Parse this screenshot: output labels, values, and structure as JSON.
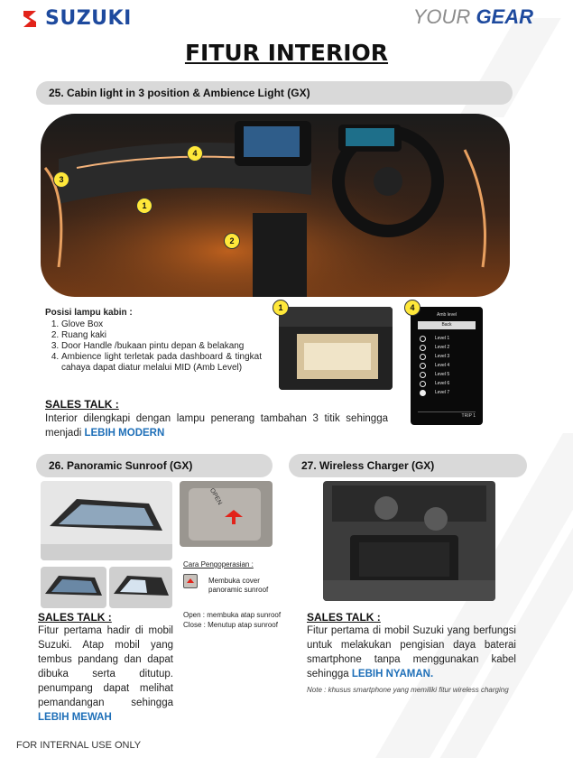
{
  "header": {
    "brand": "SUZUKI",
    "tagline_prefix": "YOUR ",
    "tagline_suffix": "GEAR"
  },
  "page_title": "FITUR INTERIOR",
  "section25": {
    "title": "25. Cabin light in 3 position & Ambience Light (GX)",
    "markers": [
      "1",
      "2",
      "3",
      "4"
    ],
    "list_title": "Posisi lampu kabin :",
    "items": [
      "Glove Box",
      "Ruang kaki",
      "Door Handle /bukaan pintu depan & belakang",
      "Ambience light terletak pada dashboard & tingkat cahaya dapat diatur melalui MID (Amb Level)"
    ],
    "inset1_marker": "1",
    "inset4_marker": "4",
    "mid_screen": {
      "title": "Amb level",
      "back": "Back",
      "levels": [
        "Level 1",
        "Level 2",
        "Level 3",
        "Level 4",
        "Level 5",
        "Level 6",
        "Level 7"
      ],
      "footer": "TRIP 1"
    },
    "sales_title": "SALES TALK :",
    "sales_text": "Interior dilengkapi dengan lampu penerang tambahan 3 titik sehingga menjadi ",
    "sales_highlight": "LEBIH MODERN"
  },
  "section26": {
    "title": "26. Panoramic Sunroof (GX)",
    "switch_label": "OPEN",
    "cara_title": "Cara Pengoperasian :",
    "cara_desc": "Membuka cover panoramic sunroof",
    "open_text": "Open : membuka atap sunroof",
    "close_text": "Close : Menutup atap sunroof",
    "sales_title": "SALES TALK :",
    "sales_text": "Fitur pertama hadir di mobil Suzuki. Atap mobil yang tembus pandang dan dapat dibuka serta ditutup. penumpang dapat melihat pemandangan sehingga ",
    "sales_highlight": "LEBIH MEWAH"
  },
  "section27": {
    "title": "27. Wireless Charger (GX)",
    "sales_title": "SALES TALK :",
    "sales_text": "Fitur pertama di mobil Suzuki yang berfungsi untuk melakukan pengisian daya baterai smartphone tanpa menggunakan kabel sehingga ",
    "sales_highlight": "LEBIH NYAMAN.",
    "note": "Note : khusus smartphone yang memiliki fitur wireless charging"
  },
  "footer": "FOR INTERNAL USE ONLY",
  "colors": {
    "brand_blue": "#1e4a9e",
    "highlight_blue": "#1e6fb8",
    "marker_yellow": "#ffe83a",
    "pill_grey": "#d9d9d9"
  }
}
